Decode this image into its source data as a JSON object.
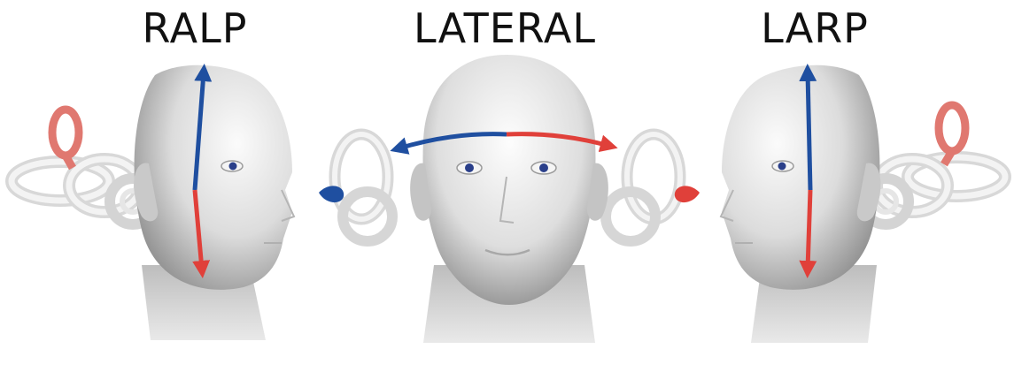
{
  "panels": [
    {
      "id": "ralp",
      "title": "RALP"
    },
    {
      "id": "lateral",
      "title": "LATERAL"
    },
    {
      "id": "larp",
      "title": "LARP"
    }
  ],
  "colors": {
    "arrow_blue": "#1f4fa0",
    "arrow_red": "#e0403a",
    "canal_red": "#e07870",
    "skin": "#e6e6e6",
    "skin_shadow": "#9a9a9a",
    "canal_gray": "#e2e2e2",
    "eye_iris": "#2a3f8a"
  }
}
